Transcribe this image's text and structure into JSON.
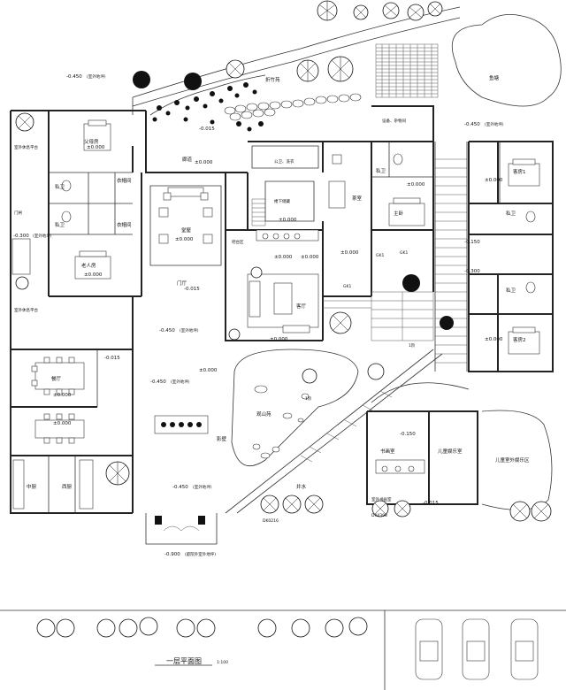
{
  "title": "一层平面图",
  "scale": "1:100",
  "room_labels": {
    "bamboo_garden": "折竹苑",
    "fishpond": "鱼塘",
    "parents_room": "父母房",
    "private_bath_1": "私卫",
    "private_bath_2": "私卫",
    "cloakroom_1": "衣帽间",
    "cloakroom_2": "衣帽间",
    "elder_room": "老人房",
    "outdoor_leisure_top": "室外休息平台",
    "outdoor_leisure_mid": "室外休息平台",
    "side_gate": "门闸",
    "corridor": "廊道",
    "main_hall": "堂屋",
    "public_bath_wash": "公卫、洗衣",
    "underground_store": "楼下储藏",
    "bar_area": "吧台区",
    "entry_hall": "门厅",
    "living_room": "客厅",
    "tea_room": "茶室",
    "equipment_room": "设备、杂物间",
    "master_bath": "私卫",
    "master_bedroom": "主卧",
    "guest_room_1": "客房1",
    "guest_room_2": "客房2",
    "guest_bath_1": "私卫",
    "guest_bath_2": "私卫",
    "restaurant": "餐厅",
    "kitchen_west": "中厨",
    "kitchen_east": "西厨",
    "screen_wall": "影壁",
    "rockery_view": "观山苑",
    "well_water": "井水",
    "study": "书画室",
    "kids_play_in": "儿童娱乐室",
    "kids_play_out": "儿童室外娱乐区",
    "outdoor_study": "室外书画室"
  },
  "levels": {
    "l1": "-0.450",
    "l1_note": "(室外地坪)",
    "l2": "-0.015",
    "l3": "±0.000",
    "l4": "±0.000",
    "l5": "±0.000",
    "l6": "±0.000",
    "l7": "-0.300",
    "l7_note": "(室外地坪)",
    "l8": "±0.000",
    "l9": "±0.000",
    "l10": "±0.000",
    "l11": "-0.015",
    "l12": "±0.000",
    "l13": "±0.000",
    "l14": "-0.450",
    "l14_note": "(室外地坪)",
    "l15": "±0.000",
    "l16": "-0.150",
    "l17": "-0.300",
    "l18": "±0.000",
    "l19": "-0.450",
    "l19_note": "(室外地坪)",
    "l20": "-0.015",
    "l21": "±0.000",
    "l22": "±0.000",
    "l23": "-0.450",
    "l23_note": "(室外地坪)",
    "l24": "-0.450",
    "l24_note": "(室外地坪)",
    "l25": "-0.150",
    "l26": "-0.015",
    "l27": "-0.900",
    "l27_note": "(庭院外室外地坪)",
    "l28": "±0.000",
    "l29": "±0.000"
  },
  "small_marks": {
    "up1": "1阶",
    "up2": "1阶",
    "gk1": "GK1",
    "gk2": "GK1",
    "gk3": "GK1",
    "dk1": "DK0216",
    "dk2": "DK4398"
  }
}
